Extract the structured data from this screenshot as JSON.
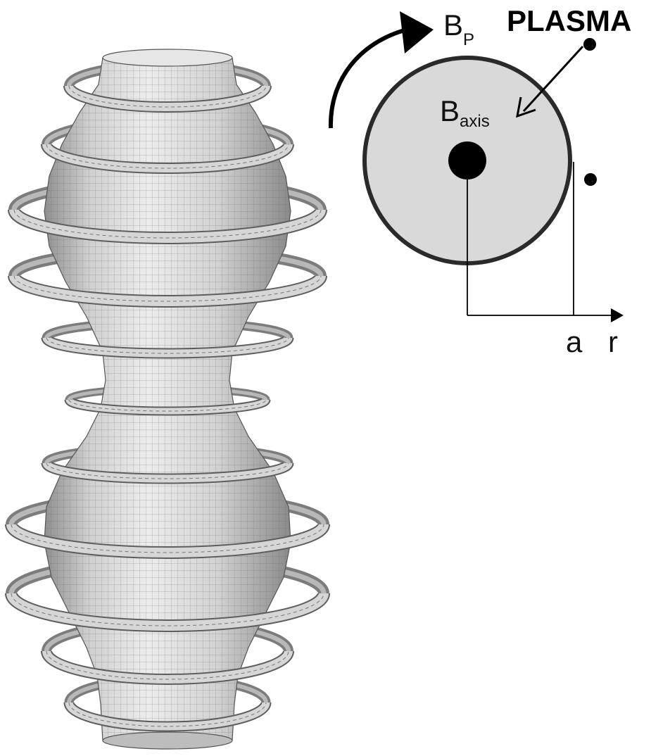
{
  "colors": {
    "plasma_fill": "#d9d9d9",
    "plasma_outline": "#2a2a2a",
    "vessel_light": "#e2e2e2",
    "vessel_mid": "#c4c4c4",
    "vessel_dark": "#8f8f8f",
    "mesh_line": "#5a5a5a",
    "coil_light": "#dcdcdc",
    "coil_dark": "#6a6a6a",
    "ink": "#000000"
  },
  "labels": {
    "plasma": "PLASMA",
    "bp_main": "B",
    "bp_sub": "P",
    "baxis_main": "B",
    "baxis_sub": "axis",
    "a": "a",
    "r": "r"
  },
  "icons": {
    "poloidal_arrow": "curved-arrow",
    "pointer_arrow": "straight-arrow",
    "axis_arrow": "arrow-right"
  }
}
